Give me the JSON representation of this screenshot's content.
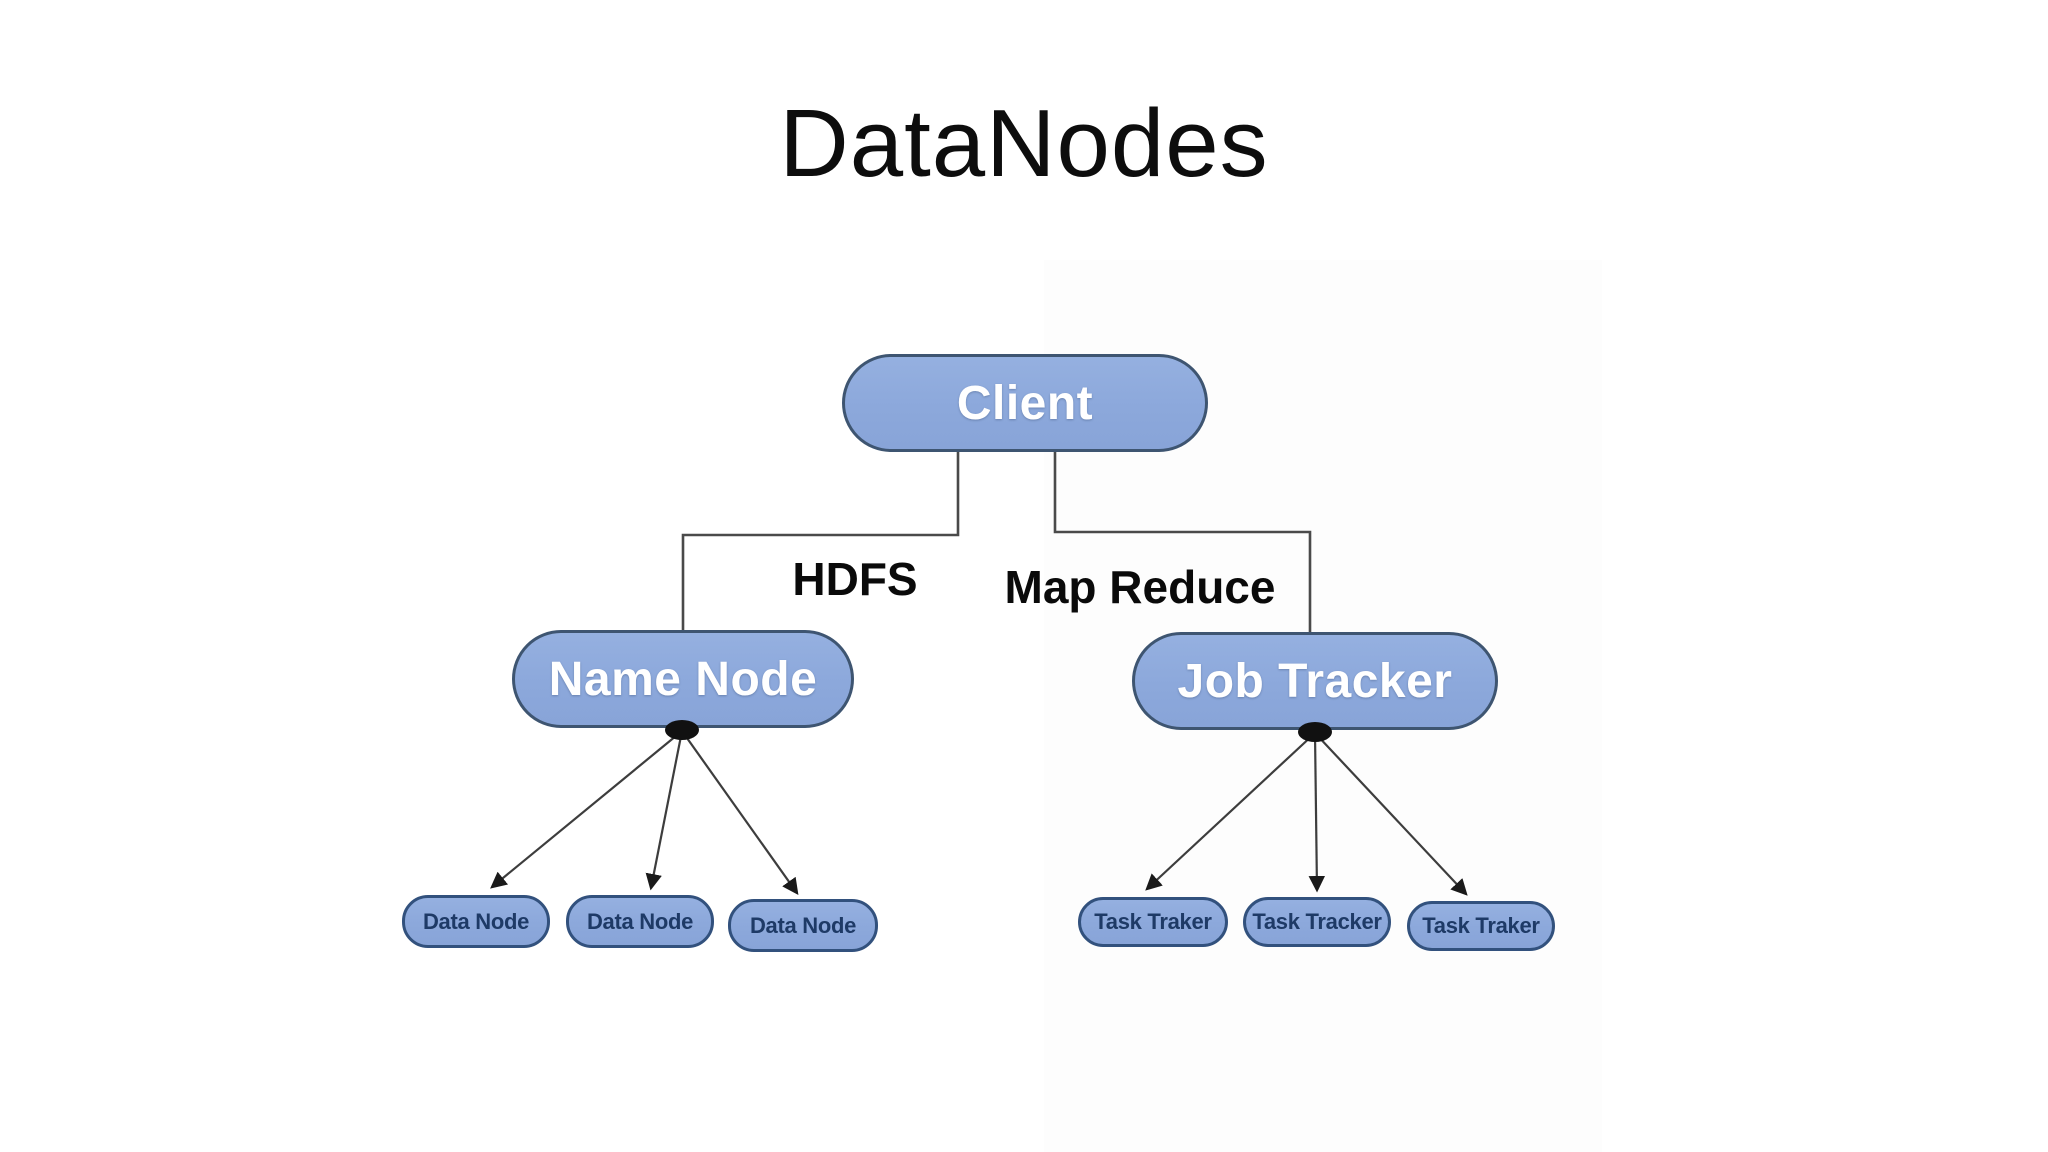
{
  "title": "DataNodes",
  "colors": {
    "background": "#ffffff",
    "node_fill": "#8ca8db",
    "node_border_dark": "#3e5571",
    "small_node_border": "#32517d",
    "big_node_text": "#ffffff",
    "small_node_text": "#1e3a66",
    "edge_label_text": "#0a0a0a",
    "connector_line": "#4a4a4a"
  },
  "diagram": {
    "type": "tree",
    "root": {
      "label": "Client"
    },
    "branches": [
      {
        "edge_label": "HDFS",
        "parent": {
          "label": "Name Node"
        },
        "children": [
          {
            "label": "Data Node"
          },
          {
            "label": "Data Node"
          },
          {
            "label": "Data Node"
          }
        ]
      },
      {
        "edge_label": "Map Reduce",
        "parent": {
          "label": "Job Tracker"
        },
        "children": [
          {
            "label": "Task Traker"
          },
          {
            "label": "Task Tracker"
          },
          {
            "label": "Task Traker"
          }
        ]
      }
    ]
  }
}
